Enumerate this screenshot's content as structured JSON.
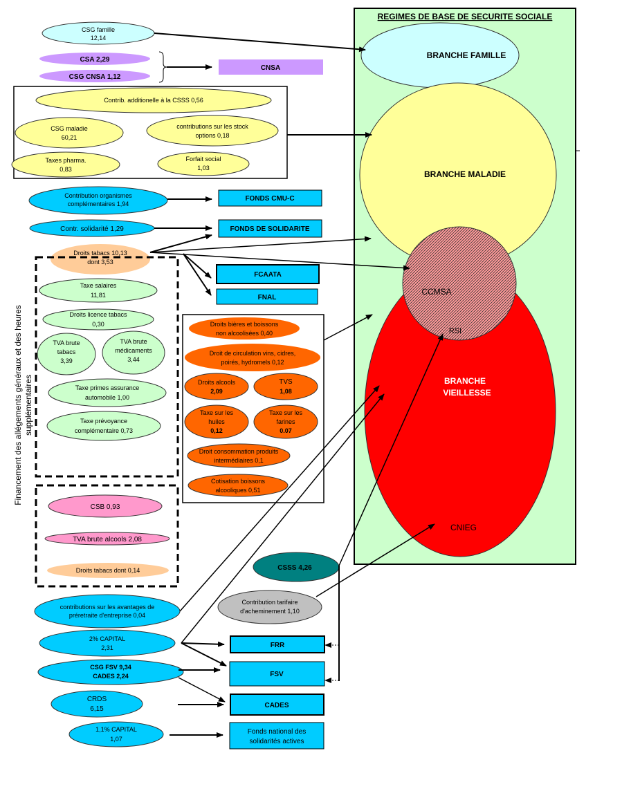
{
  "title": "REGIMES DE BASE DE SECURITE SOCIALE",
  "side_label": [
    "Financement des allégements généraux et des heures",
    "supplémentaires"
  ],
  "colors": {
    "regimes_bg": "#ccffcc",
    "famille": "#ccffff",
    "maladie": "#ffff99",
    "vieillesse": "#ff0000",
    "ccmsa": "#ff9999",
    "cnsa": "#cc99ff",
    "fonds": "#00ccff",
    "tabac": "#ffcc99",
    "green_tax": "#ccffcc",
    "orange_tax": "#ff6600",
    "pink_tax": "#ff99cc",
    "csss": "#008080",
    "grey": "#c0c0c0"
  },
  "branches": {
    "famille": "BRANCHE FAMILLE",
    "maladie": "BRANCHE MALADIE",
    "vieillesse": [
      "BRANCHE",
      "VIEILLESSE"
    ],
    "ccmsa": "CCMSA",
    "rsi": "RSI",
    "cnieg": "CNIEG"
  },
  "sources": {
    "csg_famille": [
      "CSG famille",
      "12,14"
    ],
    "csa": "CSA 2,29",
    "csg_cnsa": "CSG CNSA 1,12",
    "contrib_add_csss": "Contrib. additionelle à la CSSS  0,56",
    "csg_maladie": [
      "CSG maladie",
      "60,21"
    ],
    "stock_options": [
      "contributions sur les stock",
      "options 0,18"
    ],
    "taxes_pharma": [
      "Taxes pharma.",
      "0,83"
    ],
    "forfait_social": [
      "Forfait social",
      "1,03"
    ],
    "contrib_organismes": [
      "Contribution organismes",
      "complémentaires 1,94"
    ],
    "contr_solidarite": "Contr. solidarité  1,29",
    "droits_tabacs": [
      "Droits tabacs 10,13",
      "dont 3,53"
    ],
    "taxe_salaires": [
      "Taxe salaires",
      "11,81"
    ],
    "droits_licence": [
      "Droits licence tabacs",
      "0,30"
    ],
    "tva_tabacs": [
      "TVA brute",
      "tabacs",
      "3,39"
    ],
    "tva_medicaments": [
      "TVA brute",
      "médicaments",
      "3,44"
    ],
    "taxe_primes": [
      "Taxe primes assurance",
      "automobile   1,00"
    ],
    "taxe_prevoyance": [
      "Taxe prévoyance",
      "complémentaire   0,73"
    ],
    "droits_bieres": [
      "Droits bières et boissons",
      "non alcoolisées 0,40"
    ],
    "droit_circulation": [
      "Droit de circulation vins, cidres,",
      "poirés, hydromels 0,12"
    ],
    "droits_alcools": [
      "Droits alcools",
      "2,09"
    ],
    "tvs": [
      "TVS",
      "1,08"
    ],
    "taxe_huiles": [
      "Taxe sur les",
      "huiles",
      "0,12"
    ],
    "taxe_farines": [
      "Taxe sur les",
      "farines",
      "0.07"
    ],
    "droit_conso": [
      "Droit consommation produits",
      "intermédiaires    0,1"
    ],
    "cotisation_boissons": [
      "Cotisation boissons",
      "alcooliques 0,51"
    ],
    "csb": "CSB 0,93",
    "tva_alcools": "TVA brute alcools 2,08",
    "droits_tabacs_014": "Droits tabacs  dont 0,14",
    "csss": "CSSS  4,26",
    "contrib_tarifaire": [
      "Contribution tarifaire",
      "d'acheminement 1,10"
    ],
    "preretraite": [
      "contributions sur les avantages de",
      "préretraite d'entreprise 0,04"
    ],
    "capital_2": [
      "2% CAPITAL",
      "2,31"
    ],
    "csg_fsv": [
      "CSG FSV 9,34",
      "CADES 2,24"
    ],
    "crds": [
      "CRDS",
      "6,15"
    ],
    "capital_11": [
      "1,1% CAPITAL",
      "1,07"
    ]
  },
  "destinations": {
    "cnsa": "CNSA",
    "fonds_cmu": "FONDS CMU-C",
    "fonds_solidarite": "FONDS DE SOLIDARITE",
    "fcaata": "FCAATA",
    "fnal": "FNAL",
    "frr": "FRR",
    "fsv": "FSV",
    "cades": "CADES",
    "fnsa": [
      "Fonds national des",
      "solidarités actives"
    ]
  }
}
